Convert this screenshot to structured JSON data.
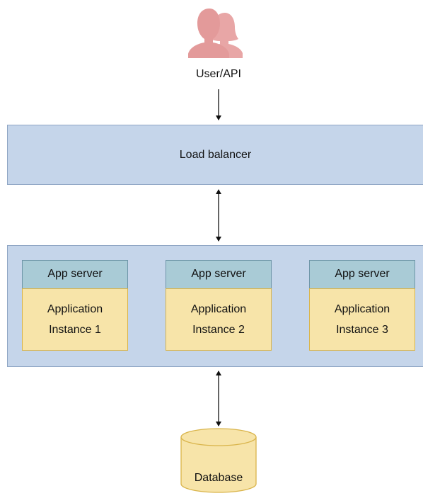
{
  "user": {
    "label": "User/API",
    "icon": "users-icon"
  },
  "load_balancer": {
    "label": "Load balancer"
  },
  "servers": [
    {
      "header": "App server",
      "line1": "Application",
      "line2": "Instance 1"
    },
    {
      "header": "App server",
      "line1": "Application",
      "line2": "Instance 2"
    },
    {
      "header": "App server",
      "line1": "Application",
      "line2": "Instance 3"
    }
  ],
  "database": {
    "label": "Database",
    "icon": "database-icon"
  },
  "colors": {
    "user_icon": "#e8a0a0",
    "box_fill": "#c5d5ea",
    "server_header": "#a9cbd6",
    "server_body": "#f7e4a9",
    "database_fill": "#f7e4a9"
  }
}
